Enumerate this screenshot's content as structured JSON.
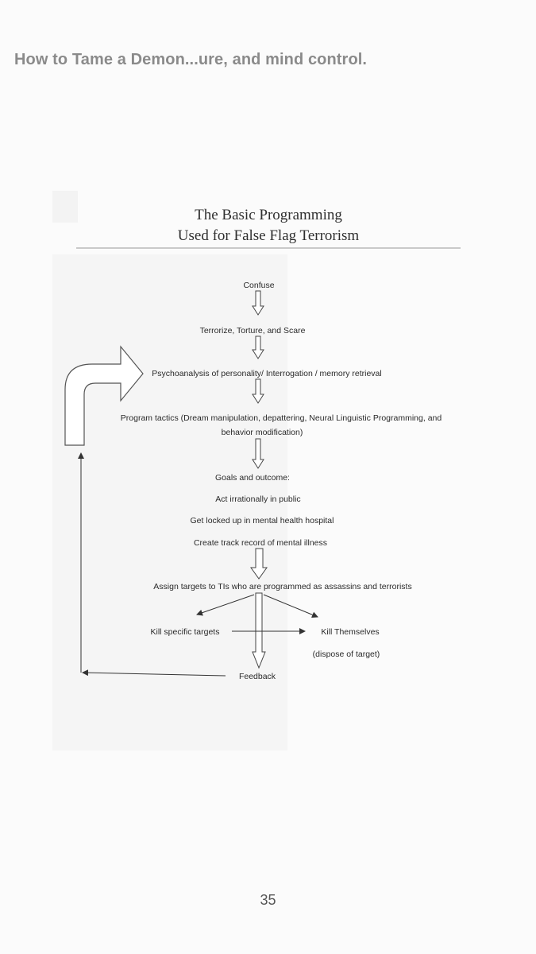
{
  "header": {
    "title": "How to Tame a Demon...ure, and mind control."
  },
  "figure": {
    "title_line1": "The Basic Programming",
    "title_line2": "Used for False Flag Terrorism",
    "nodes": {
      "confuse": "Confuse",
      "terrorize": "Terrorize, Torture, and Scare",
      "psychoanalysis": "Psychoanalysis of personality/ Interrogation / memory retrieval",
      "program_tactics_1": "Program tactics (Dream manipulation, depattering, Neural Linguistic Programming, and",
      "program_tactics_2": "behavior modification)",
      "goals": "Goals and outcome:",
      "goal_1": "Act irrationally in public",
      "goal_2": "Get locked up in mental health hospital",
      "goal_3": "Create track record of mental illness",
      "assign": "Assign targets to TIs who are programmed as assassins and terrorists",
      "kill_specific": "Kill specific targets",
      "kill_themselves": "Kill Themselves",
      "dispose": "(dispose of target)",
      "feedback": "Feedback"
    }
  },
  "footer": {
    "page_number": "35"
  }
}
